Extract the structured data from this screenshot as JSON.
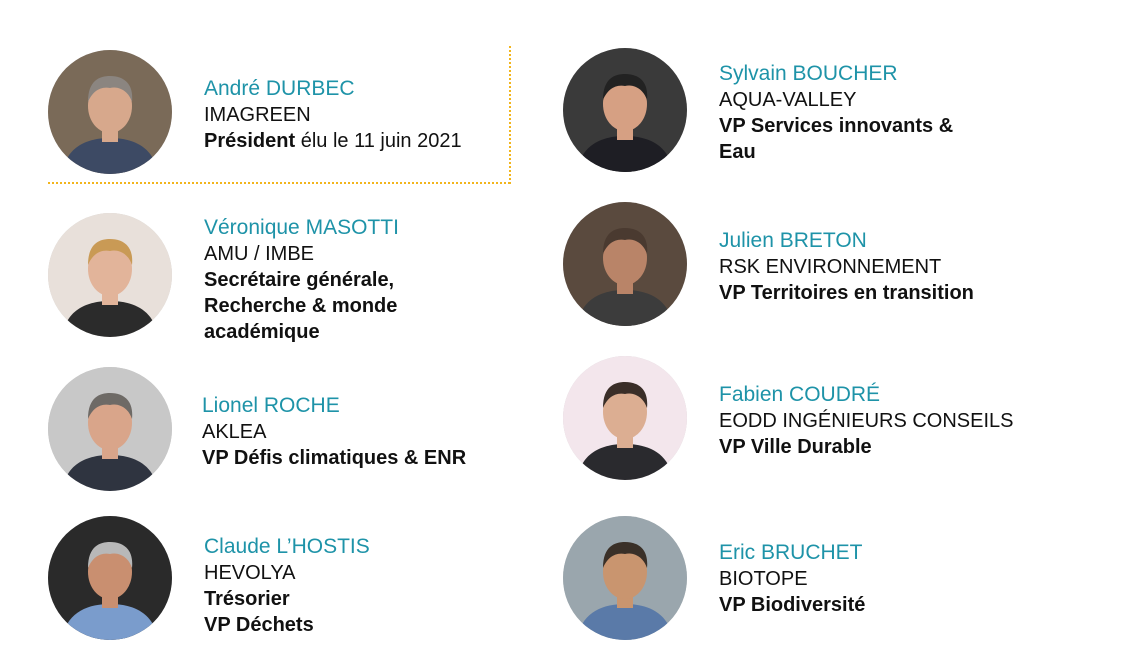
{
  "people": [
    {
      "name": "André DURBEC",
      "org": "IMAGREEN",
      "role_bold": "Président",
      "role_rest": " élu le 11 juin 2021",
      "avatar_bg": "#7a6a58",
      "skin": "#d7a88c",
      "hair": "#8b8580",
      "suit": "#3d4a64"
    },
    {
      "name": "Véronique MASOTTI",
      "org": "AMU / IMBE",
      "role_bold": "Secrétaire générale,\nRecherche & monde\nacadémique",
      "role_rest": "",
      "avatar_bg": "#e8e0da",
      "skin": "#e2b49a",
      "hair": "#c99a55",
      "suit": "#2b2b2b"
    },
    {
      "name": "Lionel ROCHE",
      "org": "AKLEA",
      "role_bold": "VP Défis climatiques & ENR",
      "role_rest": "",
      "avatar_bg": "#c8c8c8",
      "skin": "#d9a58a",
      "hair": "#6e6a66",
      "suit": "#2f3440"
    },
    {
      "name": "Claude L’HOSTIS",
      "org": "HEVOLYA",
      "role_bold": "Trésorier\nVP Déchets",
      "role_rest": "",
      "avatar_bg": "#2a2a2a",
      "skin": "#c98f70",
      "hair": "#b8b8b8",
      "suit": "#7a9ccc"
    },
    {
      "name": "Sylvain BOUCHER",
      "org": "AQUA-VALLEY",
      "role_bold": "VP Services innovants &\nEau",
      "role_rest": "",
      "avatar_bg": "#3a3a3a",
      "skin": "#d6a083",
      "hair": "#222222",
      "suit": "#1e1e24"
    },
    {
      "name": "Julien BRETON",
      "org": "RSK ENVIRONNEMENT",
      "role_bold": "VP Territoires en transition",
      "role_rest": "",
      "avatar_bg": "#5a4a3e",
      "skin": "#b98468",
      "hair": "#4a3a30",
      "suit": "#3c3c3c"
    },
    {
      "name": "Fabien COUDRÉ",
      "org": "EODD INGÉNIEURS CONSEILS",
      "role_bold": "VP Ville Durable",
      "role_rest": "",
      "avatar_bg": "#f3e6ec",
      "skin": "#dcae92",
      "hair": "#3a2e28",
      "suit": "#2a2a2e"
    },
    {
      "name": "Eric BRUCHET",
      "org": "BIOTOPE",
      "role_bold": "VP Biodiversité",
      "role_rest": "",
      "avatar_bg": "#9aa6ad",
      "skin": "#c9956f",
      "hair": "#3a3028",
      "suit": "#5a7aa8"
    }
  ],
  "colors": {
    "name": "#1e93a8",
    "accent_dots": "#f2b51d"
  }
}
